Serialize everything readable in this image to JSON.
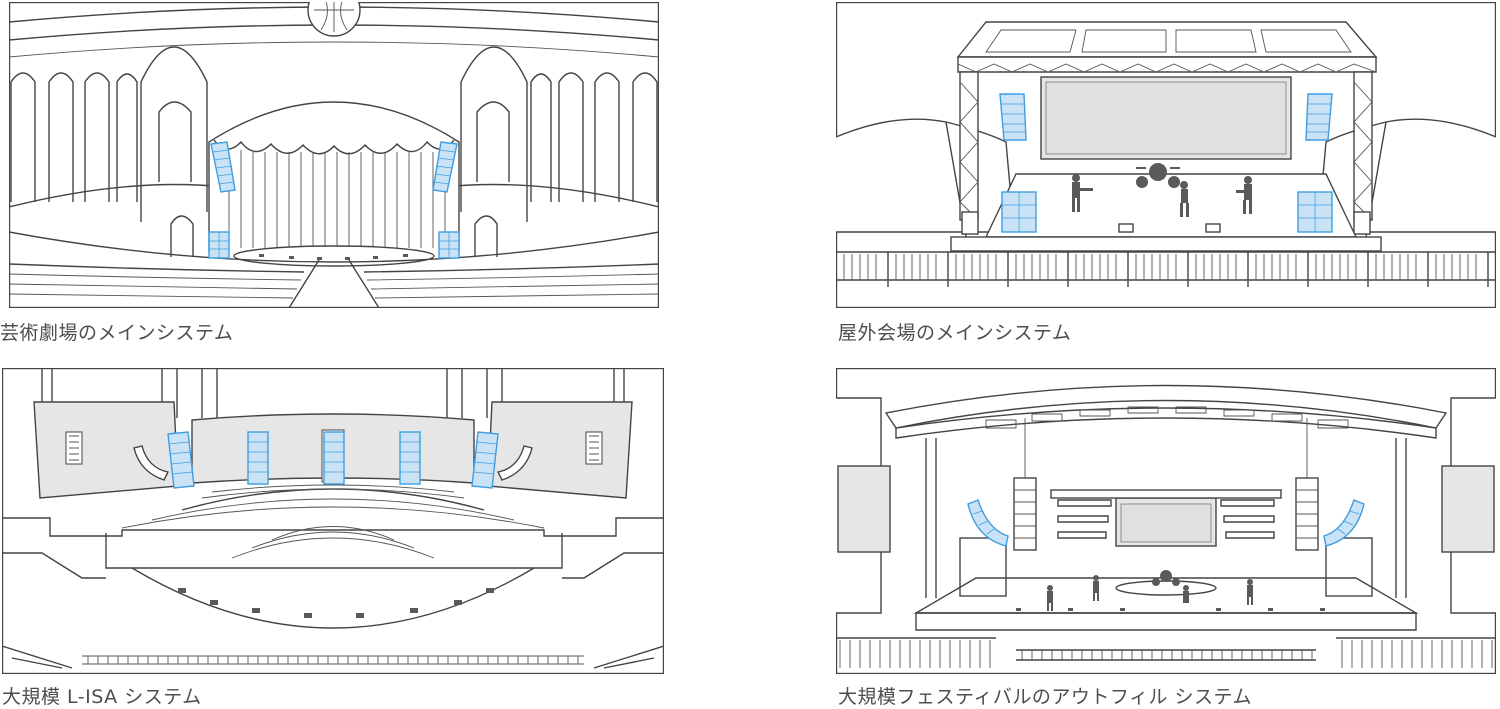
{
  "panels": [
    {
      "id": "theatre",
      "caption": "芸術劇場のメインシステム"
    },
    {
      "id": "outdoor",
      "caption": "屋外会場のメインシステム"
    },
    {
      "id": "lisa",
      "caption": "大規模 L-ISA システム"
    },
    {
      "id": "festival",
      "caption": "大規模フェスティバルのアウトフィル システム"
    }
  ],
  "colors": {
    "speaker_fill": "#c9e2f6",
    "speaker_stroke": "#3f9ee0",
    "line": "#444444",
    "panel_gray": "#e6e6e6"
  }
}
